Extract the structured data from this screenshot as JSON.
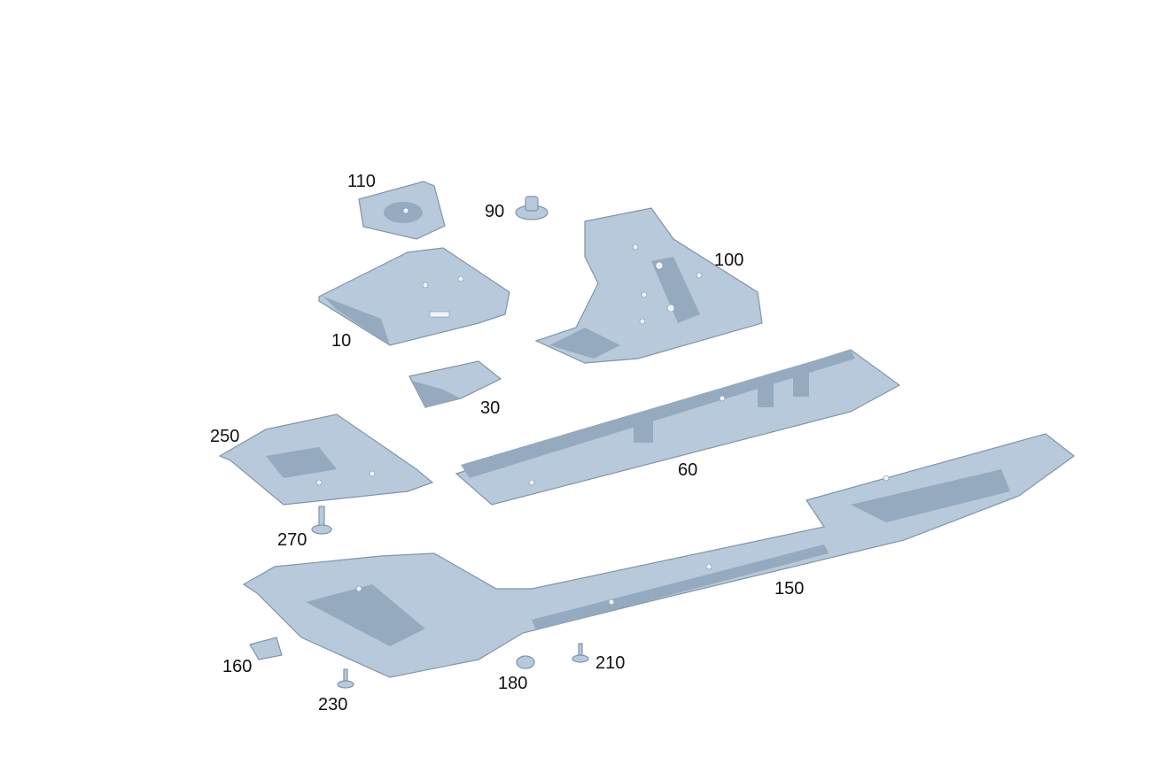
{
  "diagram": {
    "part_color": "#b7c9da",
    "labels": {
      "p110": "110",
      "p90": "90",
      "p100": "100",
      "p10": "10",
      "p30": "30",
      "p250": "250",
      "p60": "60",
      "p270": "270",
      "p150": "150",
      "p160": "160",
      "p180": "180",
      "p210": "210",
      "p230": "230"
    }
  }
}
